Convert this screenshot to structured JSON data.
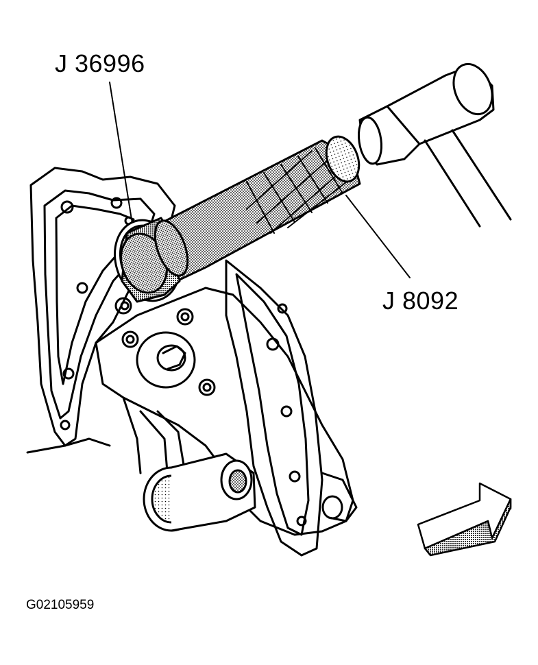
{
  "labels": {
    "tool_a": "J 36996",
    "tool_b": "J 8092"
  },
  "figure_id": "G02105959",
  "icons": {
    "direction_arrow": "arrow-right-icon"
  },
  "colors": {
    "ink": "#000000",
    "background": "#ffffff"
  }
}
